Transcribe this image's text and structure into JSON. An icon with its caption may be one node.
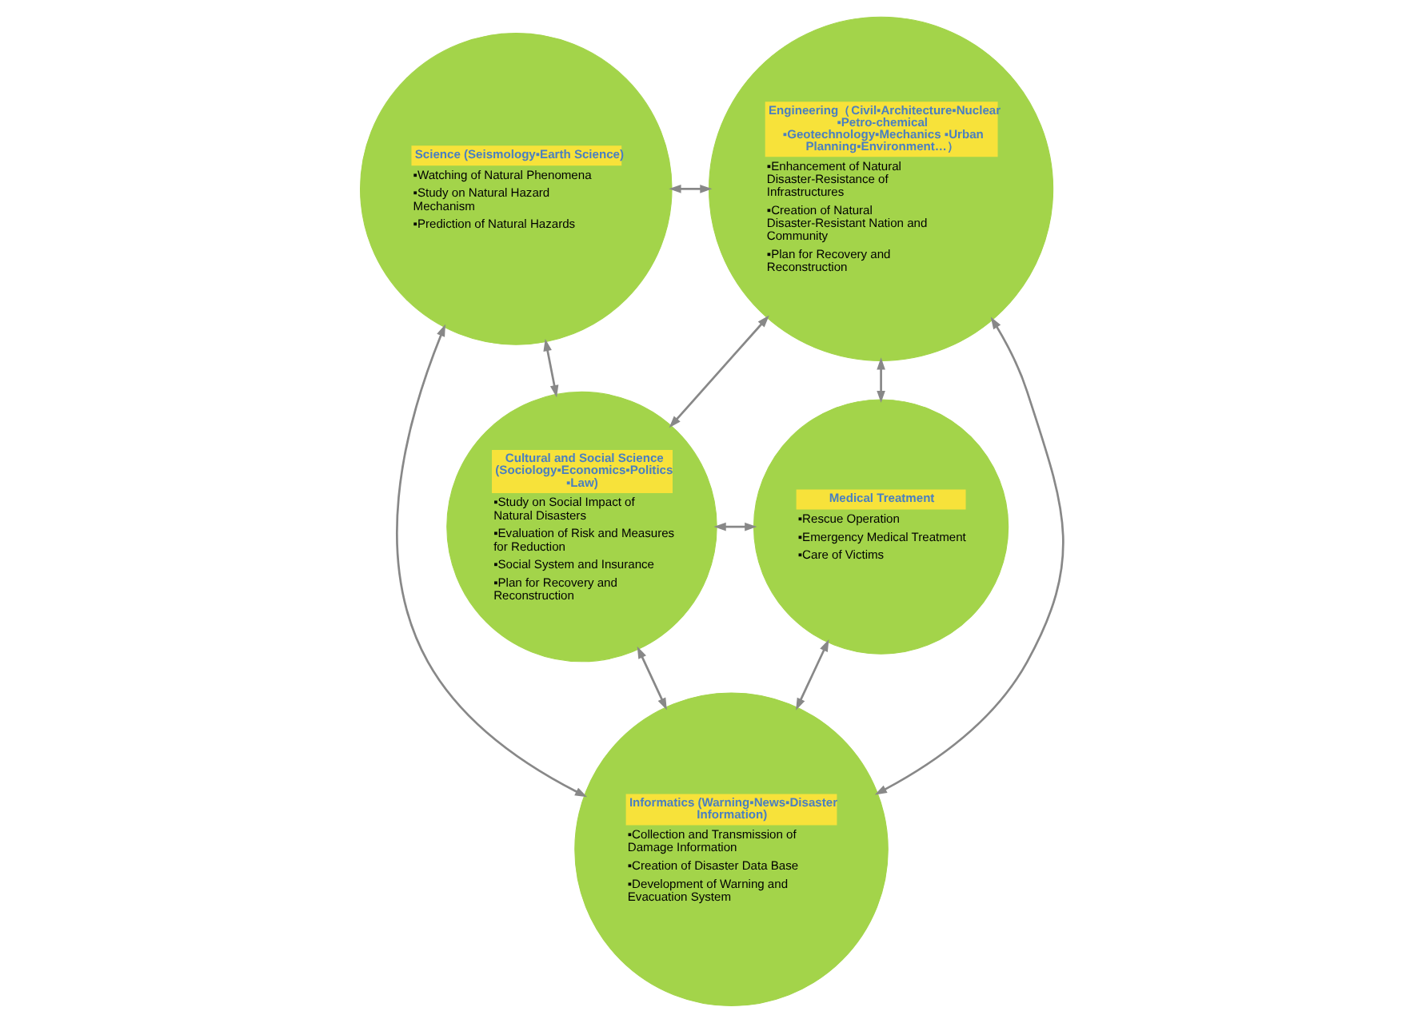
{
  "diagram": {
    "nodes": [
      {
        "text": [
          "Science (Seismology▪Earth Science)",
          "▪Watching of Natural Phenomena",
          "▪Study on Natural Hazard Mechanism",
          "▪Prediction of Natural Hazards"
        ]
      },
      {
        "text": [
          "Engineering（Civil▪Architecture▪Nuclear ▪Petro-chemical ▪Geotechnology▪Mechanics ▪Urban Planning▪Environment…）",
          "▪Enhancement of Natural Disaster-Resistance of Infrastructures",
          "▪Creation of Natural Disaster-Resistant Nation and Community",
          "▪Plan for Recovery and Reconstruction"
        ]
      },
      {
        "text": [
          "Cultural and Social Science (Sociology▪Economics▪Politics ▪Law)",
          "▪Study on Social Impact of Natural Disasters",
          "▪Evaluation of Risk and Measures for Reduction",
          "▪Social System and Insurance",
          "▪Plan for Recovery and Reconstruction"
        ]
      },
      {
        "text": [
          "Medical Treatment",
          "▪Rescue Operation",
          "▪Emergency Medical Treatment",
          "▪Care of Victims"
        ]
      },
      {
        "text": [
          "Informatics (Warning▪News▪Disaster Information)",
          "▪Collection and Transmission of Damage Information",
          "▪Creation of Disaster Data Base",
          "▪Development of Warning and Evacuation System"
        ]
      }
    ],
    "edges": [
      {
        "from": 0,
        "to": 1,
        "arrow": "both"
      },
      {
        "from": 0,
        "to": 2,
        "arrow": "both"
      },
      {
        "from": 0,
        "to": 4,
        "arrow": "both"
      },
      {
        "from": 1,
        "to": 2,
        "arrow": "both"
      },
      {
        "from": 1,
        "to": 4,
        "arrow": "both"
      },
      {
        "from": 1,
        "to": 3,
        "arrow": "both"
      },
      {
        "from": 2,
        "to": 3,
        "arrow": "both"
      },
      {
        "from": 2,
        "to": 4,
        "arrow": "both"
      },
      {
        "from": 4,
        "to": 3,
        "arrow": "both"
      }
    ]
  }
}
